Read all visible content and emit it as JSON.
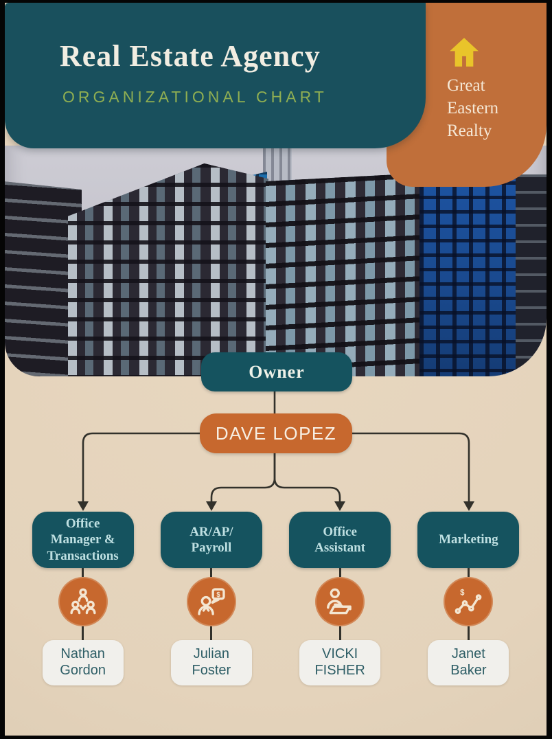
{
  "header": {
    "title": "Real Estate Agency",
    "subtitle": "ORGANIZATIONAL CHART"
  },
  "brand": {
    "name": "Great\nEastern\nRealty",
    "icon": "house-icon"
  },
  "org": {
    "root_role": "Owner",
    "root_name": "DAVE LOPEZ",
    "departments": [
      {
        "role": "Office\nManager &\nTransactions",
        "icon": "team-icon",
        "person": "Nathan\nGordon"
      },
      {
        "role": "AR/AP/\nPayroll",
        "icon": "person-dollar-chat-icon",
        "person": "Julian\nFoster"
      },
      {
        "role": "Office\nAssistant",
        "icon": "person-folder-icon",
        "person": "VICKI\nFISHER"
      },
      {
        "role": "Marketing",
        "icon": "sales-chart-icon",
        "person": "Janet\nBaker"
      }
    ]
  },
  "colors": {
    "accent_teal": "#19505d",
    "accent_orange": "#c06f3a",
    "node_teal": "#15535f",
    "node_orange": "#c7682e",
    "beige": "#e4d3bb",
    "paper": "#f1f0ec",
    "line": "#32312b",
    "title_cream": "#f1ede2",
    "subtitle_green": "#8fae52",
    "house_yellow": "#e9c42a",
    "role_text": "#bfe0e2",
    "name_text": "#2e5e66"
  }
}
